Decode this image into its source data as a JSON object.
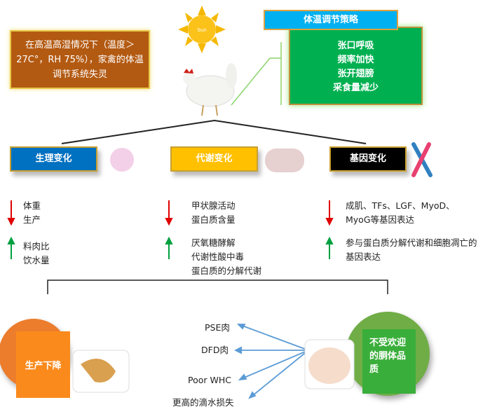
{
  "top": {
    "condition_text": "在高温高湿情况下（温度＞27C°，RH 75%），家禽的体温调节系统失灵",
    "sun_label": "Sun",
    "strategy_title": "体温调节策略",
    "strategies": [
      "张口呼吸",
      "频率加快",
      "张开翅膀",
      "采食量减少"
    ]
  },
  "categories": [
    {
      "label": "生理变化",
      "color": "#0070c0",
      "down": [
        "体重",
        "生产"
      ],
      "up": [
        "料肉比",
        "饮水量"
      ]
    },
    {
      "label": "代谢变化",
      "color": "#ffc000",
      "down": [
        "甲状腺活动",
        "蛋白质含量"
      ],
      "up": [
        "厌氧糖酵解",
        "代谢性酸中毒",
        "蛋白质的分解代谢"
      ]
    },
    {
      "label": "基因变化",
      "color": "#000000",
      "down": [
        "成肌、TFs、LGF、MyoD、",
        "MyoG等基因表达"
      ],
      "up": [
        "参与蛋白质分解代谢和细胞凋亡的",
        "基因表达"
      ]
    }
  ],
  "outcomes": {
    "left_label": "生产下降",
    "right_label": "不受欢迎的胴体品质",
    "quality_items": [
      "PSE肉",
      "DFD肉",
      "Poor WHC",
      "更高的滴水损失"
    ]
  },
  "colors": {
    "down": "#e00000",
    "up": "#00a040",
    "link": "#5b9bd5"
  }
}
